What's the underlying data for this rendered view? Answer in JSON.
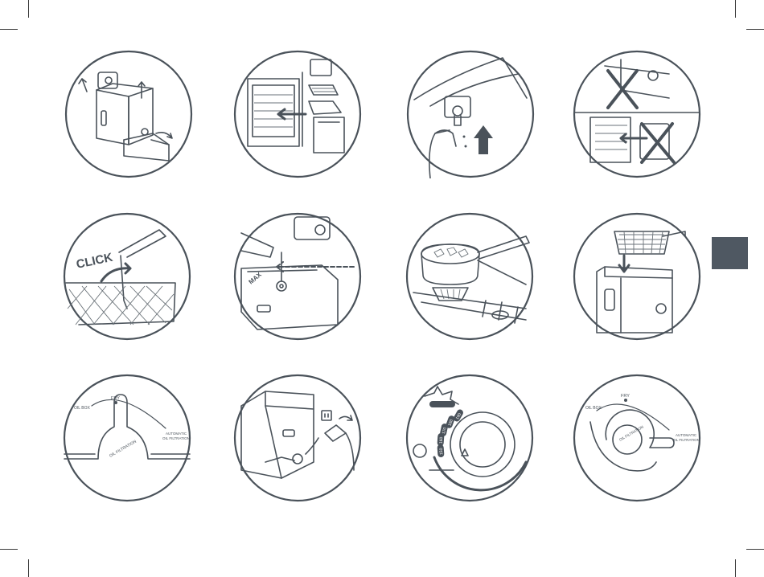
{
  "page": {
    "side_tab_color": "#4f5862",
    "line_color": "#4a525a"
  },
  "panels": {
    "row2": {
      "click_label": "CLICK",
      "max_label": "MAX"
    },
    "row3": {
      "knob1_top": "FRY",
      "knob1_left": "OIL BOX",
      "knob1_right_1": "AUTOMATIC",
      "knob1_right_2": "OIL FILTRATION",
      "knob1_center": "OIL FILTRATION",
      "knob4_top": "FRY",
      "knob4_left": "OIL BOX",
      "knob4_right_1": "AUTOMATIC",
      "knob4_right_2": "OIL FILTRATION",
      "knob4_center": "OIL FILTRATION",
      "temp_labels": [
        "150",
        "160",
        "170",
        "180",
        "190"
      ]
    }
  }
}
